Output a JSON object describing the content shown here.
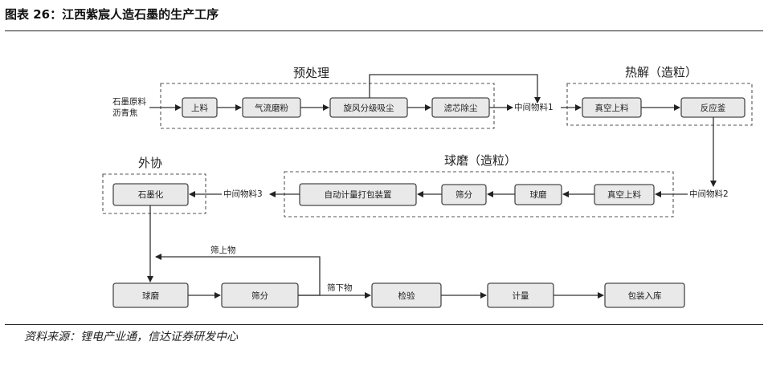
{
  "title": "图表 26：江西紫宸人造石墨的生产工序",
  "source": "资料来源：锂电产业通，信达证券研发中心",
  "groups": {
    "pretreat": "预处理",
    "pyrolysis": "热解（造粒）",
    "milling": "球磨（造粒）",
    "outsource": "外协"
  },
  "inputs": {
    "raw_line1": "石墨原料",
    "raw_line2": "沥青焦"
  },
  "steps": {
    "feed": "上料",
    "jet_mill": "气流磨粉",
    "classify": "旋风分级吸尘",
    "filter": "滤芯除尘",
    "vac_feed_1": "真空上料",
    "reactor": "反应釜",
    "vac_feed_2": "真空上料",
    "ball_mill_1": "球磨",
    "screen_1": "筛分",
    "auto_pack": "自动计量打包装置",
    "graphitize": "石墨化",
    "ball_mill_2": "球磨",
    "screen_2": "筛分",
    "inspect": "检验",
    "meter": "计量",
    "pack_store": "包装入库"
  },
  "intermediates": {
    "m1": "中间物料1",
    "m2": "中间物料2",
    "m3": "中间物料3"
  },
  "flow_labels": {
    "oversize": "筛上物",
    "undersize": "筛下物"
  }
}
